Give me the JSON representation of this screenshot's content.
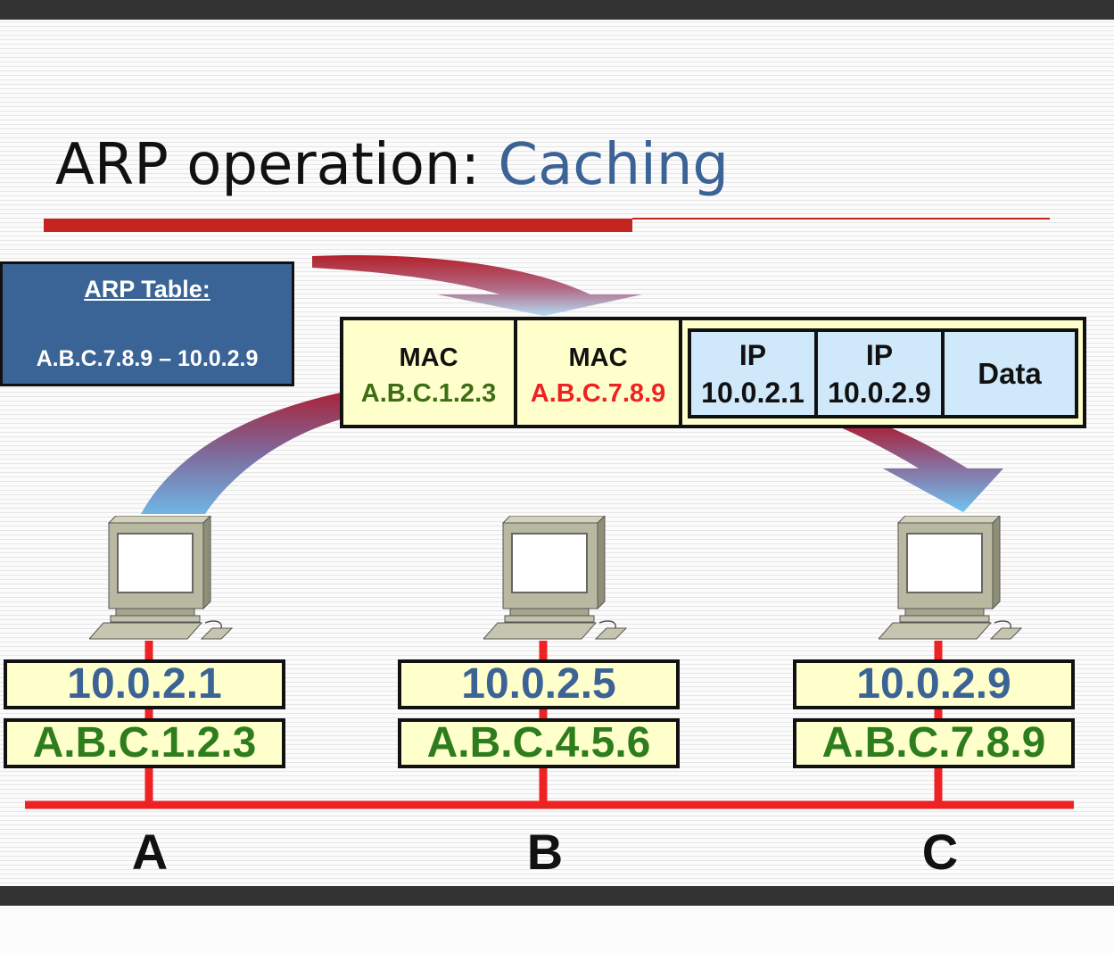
{
  "title": {
    "main": "ARP operation: ",
    "highlight": "Caching"
  },
  "arp_table": {
    "heading": "ARP Table:",
    "entry": "A.B.C.7.8.9 – 10.0.2.9"
  },
  "frame": {
    "mac_src": {
      "label": "MAC",
      "value": "A.B.C.1.2.3"
    },
    "mac_dst": {
      "label": "MAC",
      "value": "A.B.C.7.8.9"
    },
    "ip_src": {
      "label": "IP",
      "value": "10.0.2.1"
    },
    "ip_dst": {
      "label": "IP",
      "value": "10.0.2.9"
    },
    "data": "Data"
  },
  "hosts": [
    {
      "name": "A",
      "ip": "10.0.2.1",
      "mac": "A.B.C.1.2.3"
    },
    {
      "name": "B",
      "ip": "10.0.2.5",
      "mac": "A.B.C.4.5.6"
    },
    {
      "name": "C",
      "ip": "10.0.2.9",
      "mac": "A.B.C.7.8.9"
    }
  ],
  "colors": {
    "accent_rule": "#c4251f",
    "title_highlight": "#3b6396",
    "arp_table_bg": "#3a6495",
    "network_line": "#ee2222",
    "mac_text": "#2e7d1c",
    "ip_text": "#3b6396",
    "frame_bg": "#ffffcc",
    "ip_header_bg": "#cfe8fa"
  }
}
